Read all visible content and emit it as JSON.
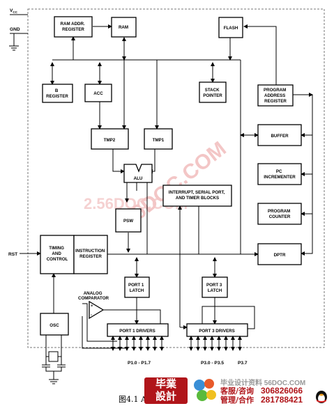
{
  "supply": {
    "vcc": "V",
    "vcc_sub": "CC",
    "gnd": "GND"
  },
  "pins": {
    "rst": "RST",
    "p1": "P1.0 - P1.7",
    "p3": "P3.0 - P3.5",
    "p37": "P3.7"
  },
  "blocks": {
    "ram_addr": [
      "RAM ADDR.",
      "REGISTER"
    ],
    "ram": [
      "RAM"
    ],
    "flash": [
      "FLASH"
    ],
    "b_reg": [
      "B",
      "REGISTER"
    ],
    "acc": [
      "ACC"
    ],
    "stack_pointer": [
      "STACK",
      "POINTER"
    ],
    "prog_addr_reg": [
      "PROGRAM",
      "ADDRESS",
      "REGISTER"
    ],
    "tmp2": [
      "TMP2"
    ],
    "tmp1": [
      "TMP1"
    ],
    "buffer": [
      "BUFFER"
    ],
    "alu": [
      "ALU"
    ],
    "interrupt": [
      "INTERRUPT, SERIAL PORT,",
      "AND TIMER BLOCKS"
    ],
    "pc_incrementer": [
      "PC",
      "INCREMENTER"
    ],
    "program_counter": [
      "PROGRAM",
      "COUNTER"
    ],
    "psw": [
      "PSW"
    ],
    "timing_control": [
      "TIMING",
      "AND",
      "CONTROL"
    ],
    "instruction_register": [
      "INSTRUCTION",
      "REGISTER"
    ],
    "dptr": [
      "DPTR"
    ],
    "port1_latch": [
      "PORT 1",
      "LATCH"
    ],
    "port3_latch": [
      "PORT 3",
      "LATCH"
    ],
    "analog_comparator": [
      "ANALOG",
      "COMPARATOR"
    ],
    "osc": [
      "OSC"
    ],
    "port1_drivers": [
      "PORT 1 DRIVERS"
    ],
    "port3_drivers": [
      "PORT 3 DRIVERS"
    ]
  },
  "comparator_signs": {
    "plus": "+",
    "minus": "-"
  },
  "caption": "图4.1 AT",
  "watermark": {
    "text1": "56DOC.COM",
    "text2": "2.56DOC.COM"
  },
  "footer": {
    "badge_line1": "毕業",
    "badge_line2": "設計",
    "site_text": "毕业设计资料 56DOC.COM",
    "service1": "客服/咨询",
    "service2": "管理/合作",
    "phone1": "306826066",
    "phone2": "281788421"
  },
  "colors": {
    "brand_red": "#b0151a",
    "watermark_pink": "#f3c6c6"
  }
}
